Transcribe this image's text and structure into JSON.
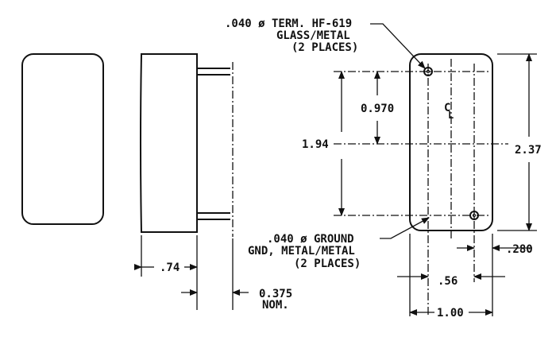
{
  "notes": {
    "term_line1": ".040 ø TERM. HF-619",
    "term_line2": "GLASS/METAL",
    "term_line3": "(2 PLACES)",
    "gnd_line1": ".040 ø GROUND",
    "gnd_line2": "GND, METAL/METAL",
    "gnd_line3": "(2 PLACES)"
  },
  "centerline": {
    "c": "C",
    "l": "L"
  },
  "dims": {
    "d_0970": "0.970",
    "d_194": "1.94",
    "d_237": "2.37",
    "d_280": ".280",
    "d_056": ".56",
    "d_100": "1.00",
    "d_074": ".74",
    "d_0375": "0.375",
    "d_nom": "NOM."
  }
}
